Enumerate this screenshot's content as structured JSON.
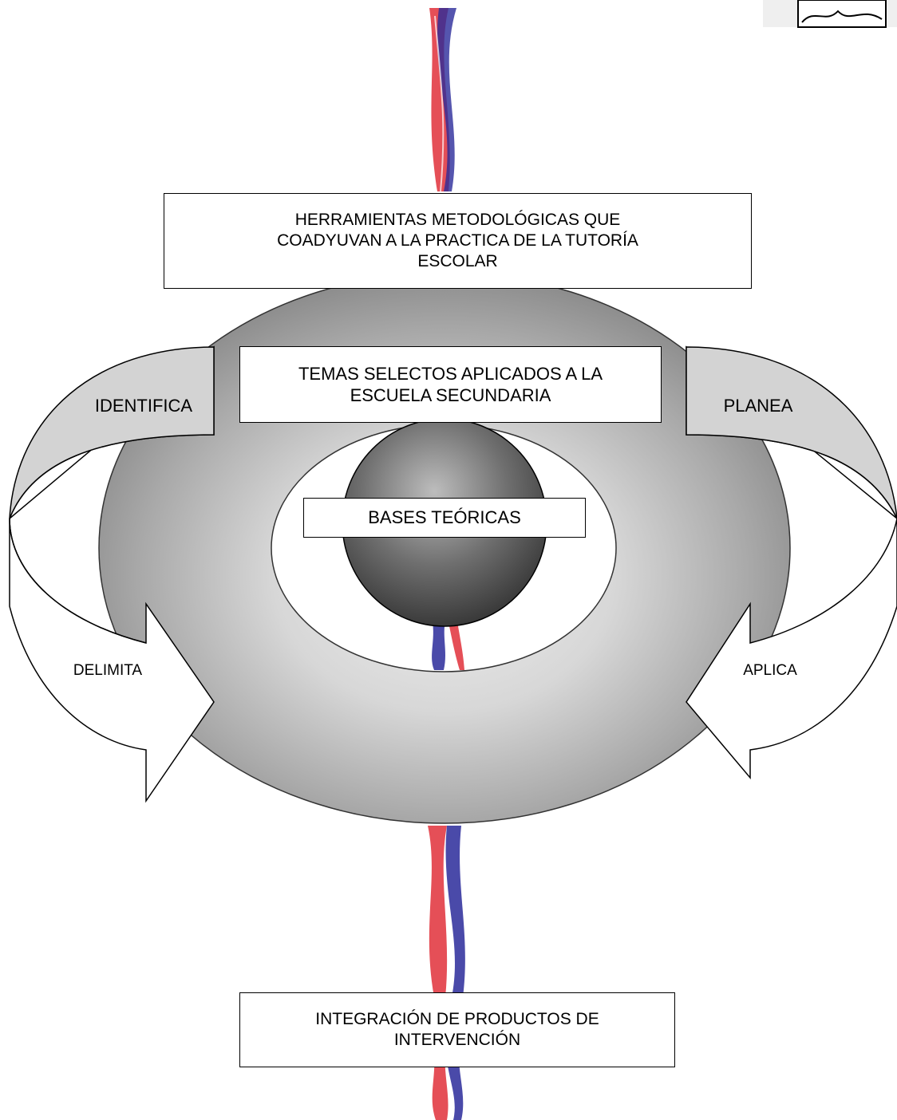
{
  "diagram": {
    "top_box": "HERRAMIENTAS METODOLÓGICAS QUE\nCOADYUVAN  A LA PRACTICA DE LA TUTORÍA\nESCOLAR",
    "middle_box": "TEMAS SELECTOS APLICADOS A LA\nESCUELA SECUNDARIA",
    "center_box": "BASES TEÓRICAS",
    "bottom_box": "INTEGRACIÓN DE PRODUCTOS DE\nINTERVENCIÓN",
    "left_arrow_top": "IDENTIFICA",
    "left_arrow_bottom": "DELIMITA",
    "right_arrow_top": "PLANEA",
    "right_arrow_bottom": "APLICA"
  },
  "colors": {
    "ring_gray": "#9a9a9a",
    "arrow_fill": "#d3d3d3",
    "ribbon_red": "#e0303a",
    "ribbon_blue": "#2a2a9a"
  }
}
